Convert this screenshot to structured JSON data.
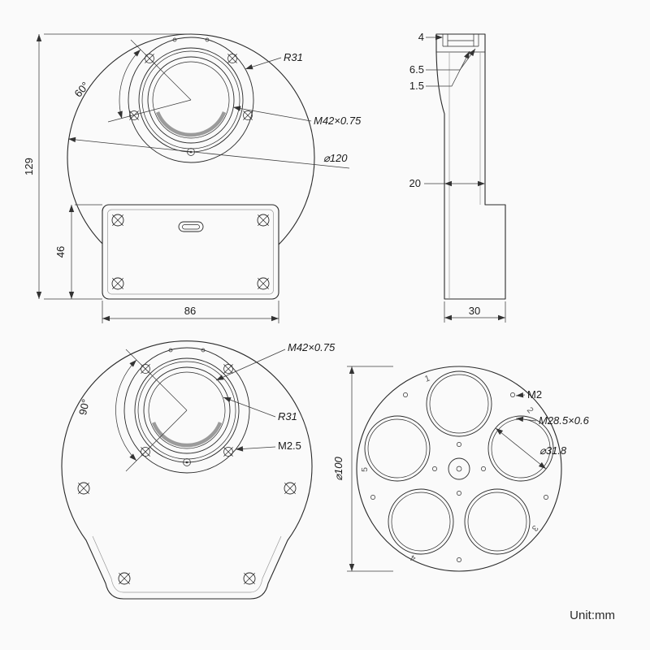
{
  "unit_label": "Unit:mm",
  "front_view": {
    "overall_height": "129",
    "box_height": "46",
    "box_width": "86",
    "screw_angle": "60°",
    "ring_radius": "R31",
    "thread": "M42×0.75",
    "body_diameter": "⌀120"
  },
  "side_view": {
    "lip": "4",
    "bore_depth": "6.5",
    "step": "1.5",
    "body_thickness": "20",
    "total_thickness": "30"
  },
  "rear_view": {
    "screw_angle": "90°",
    "thread": "M42×0.75",
    "ring_radius": "R31",
    "screw_size": "M2.5"
  },
  "carousel_view": {
    "screw_size": "M2",
    "filter_thread": "M28.5×0.6",
    "filter_diameter": "⌀31.8",
    "wheel_diameter": "⌀100",
    "slot_labels": [
      "1",
      "2",
      "3",
      "4",
      "5"
    ]
  }
}
